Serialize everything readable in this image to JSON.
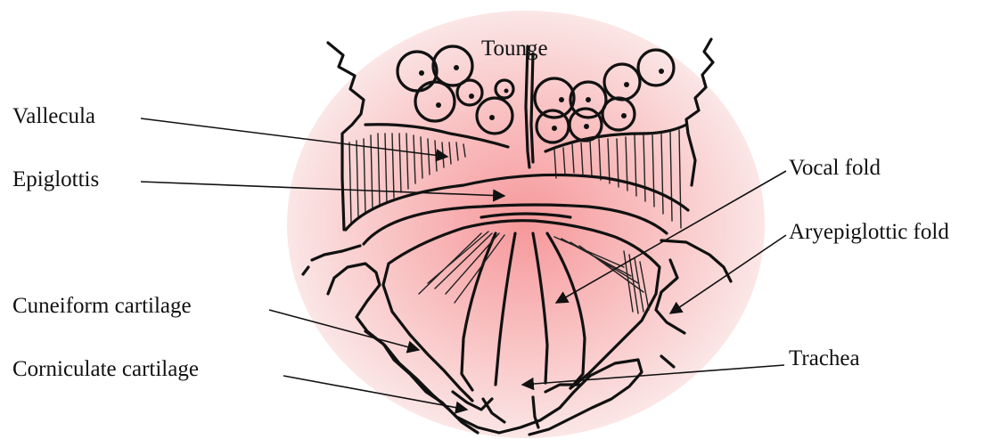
{
  "labels": {
    "tongue": "Tounge",
    "vallecula": "Vallecula",
    "epiglottis": "Epiglottis",
    "vocal_fold": "Vocal fold",
    "aryepiglottic_fold": "Aryepiglottic fold",
    "cuneiform_cartilage": "Cuneiform cartilage",
    "corniculate_cartilage": "Corniculate cartilage",
    "trachea": "Trachea"
  },
  "colors": {
    "glow_center": "#f8a5a5",
    "glow_edge": "#fbe3e3",
    "ink": "#111111"
  }
}
